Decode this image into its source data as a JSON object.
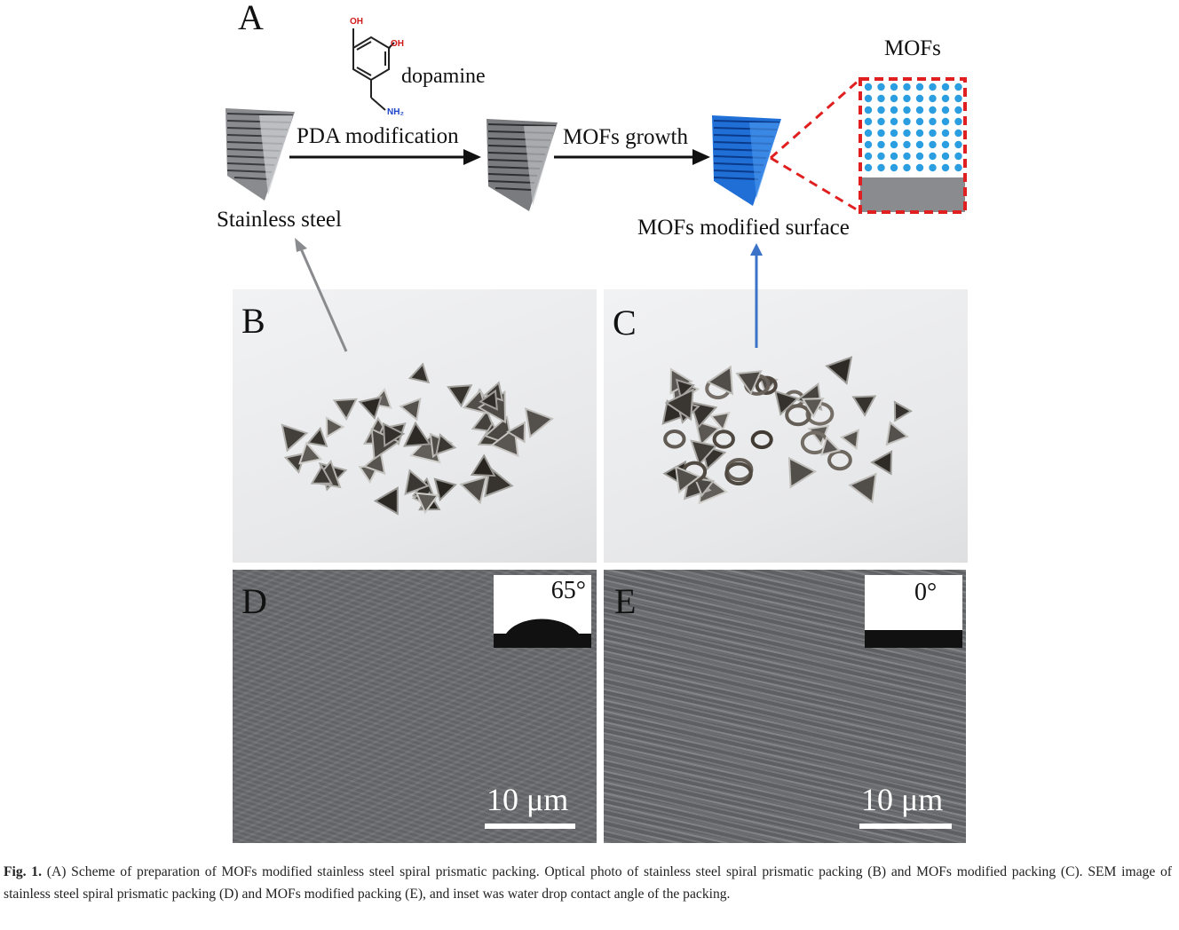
{
  "panels": {
    "A": "A",
    "B": "B",
    "C": "C",
    "D": "D",
    "E": "E"
  },
  "scheme": {
    "molecule_label": "dopamine",
    "molecule_groups": {
      "oh1": "OH",
      "oh2": "OH",
      "nh2": "NH₂"
    },
    "step1_label": "PDA modification",
    "step2_label": "MOFs growth",
    "start_label": "Stainless steel",
    "end_label": "MOFs modified surface",
    "zoom_label": "MOFs"
  },
  "sem_D": {
    "angle": "65°",
    "scale": "10 μm"
  },
  "sem_E": {
    "angle": "0°",
    "scale": "10 μm"
  },
  "caption": {
    "label": "Fig. 1.",
    "text": "(A) Scheme of preparation of MOFs modified stainless steel spiral prismatic packing. Optical photo of stainless steel spiral prismatic packing (B) and MOFs modified packing (C). SEM image of stainless steel spiral prismatic packing (D) and MOFs modified packing (E), and inset was water drop contact angle of the packing."
  },
  "colors": {
    "steel_gray": "#8a8b8e",
    "mof_blue": "#1f6fd6",
    "mof_dot": "#2a9ee0",
    "zoom_dash": "#e02020",
    "pointer_blue": "#3b73c8"
  }
}
